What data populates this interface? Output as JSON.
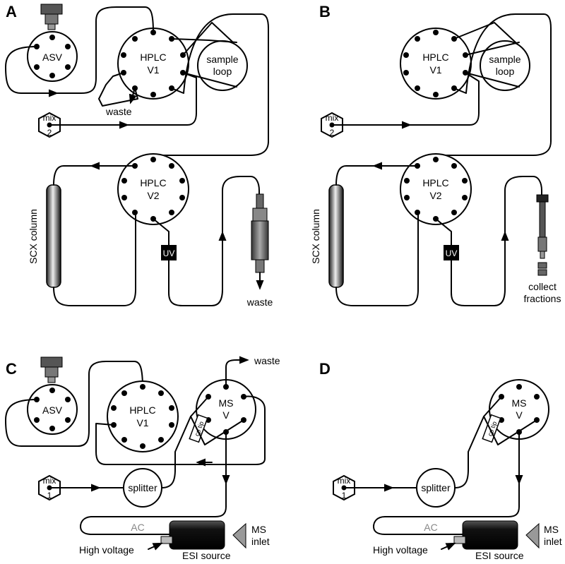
{
  "panels": [
    {
      "letter": "A"
    },
    {
      "letter": "B"
    },
    {
      "letter": "C"
    },
    {
      "letter": "D"
    }
  ],
  "labels": {
    "asv": "ASV",
    "hplc": "HPLC",
    "v1": "V1",
    "v2": "V2",
    "sample_loop_1": "sample",
    "sample_loop_2": "loop",
    "waste": "waste",
    "mix": "mix",
    "mix_a": "2",
    "mix_c": "1",
    "uv": "UV",
    "scx_column": "SCX column",
    "collect_1": "collect",
    "collect_2": "fractions",
    "ms": "MS",
    "v": "V",
    "splitter": "splitter",
    "ac": "AC",
    "ms_inlet_1": "MS",
    "ms_inlet_2": "inlet",
    "high_voltage": "High voltage",
    "esi_source": "ESI source",
    "cp_tip": "cp tip"
  },
  "colors": {
    "line": "#000000",
    "port": "#000000",
    "background": "#ffffff",
    "device_dark": "#333333",
    "ac_text": "#888888"
  }
}
